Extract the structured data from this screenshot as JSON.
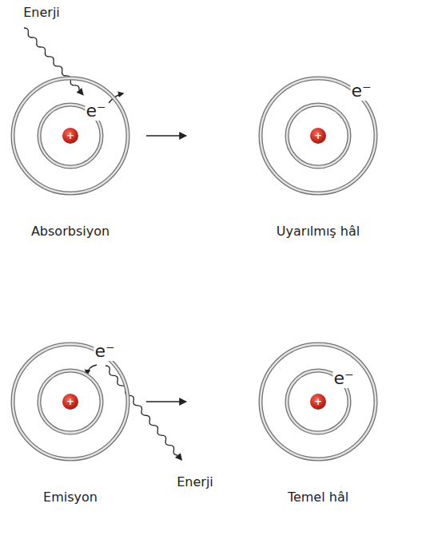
{
  "diagram": {
    "nodes": [
      {
        "text": [
          "Absorbsiyon"
        ]
      },
      {
        "text": [
          "+"
        ],
        "in": 0
      },
      {
        "text": [
          "Uyarılmış hâl"
        ]
      },
      {
        "text": [
          "+"
        ],
        "in": 2
      },
      {
        "text": [
          "Emisyon"
        ]
      },
      {
        "text": [
          "+"
        ],
        "in": 4
      },
      {
        "text": [
          "Temel hâl"
        ]
      },
      {
        "text": [
          "+"
        ],
        "in": 6
      }
    ],
    "edges": [
      {
        "from": 0,
        "to": 2,
        "arrow": "to"
      },
      {
        "from": 4,
        "to": 6,
        "arrow": "to"
      }
    ],
    "labels": [
      "Enerji",
      "e⁻",
      "e⁻",
      "e⁻",
      "e⁻",
      "Enerji"
    ]
  }
}
